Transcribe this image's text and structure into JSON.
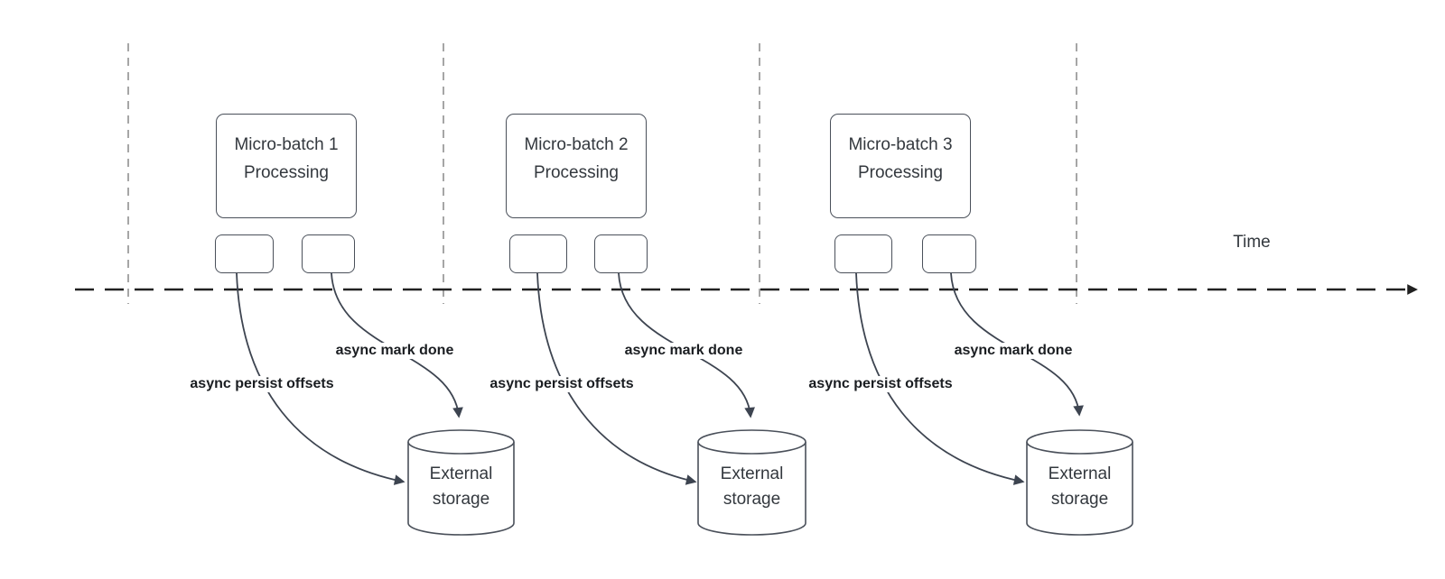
{
  "diagram": {
    "time_label": "Time",
    "groups": [
      {
        "box_label": "Micro-batch 1\nProcessing",
        "persist_label": "async persist offsets",
        "done_label": "async mark done",
        "storage_label": "External\nstorage"
      },
      {
        "box_label": "Micro-batch 2\nProcessing",
        "persist_label": "async persist offsets",
        "done_label": "async mark done",
        "storage_label": "External\nstorage"
      },
      {
        "box_label": "Micro-batch 3\nProcessing",
        "persist_label": "async persist offsets",
        "done_label": "async mark done",
        "storage_label": "External\nstorage"
      }
    ]
  },
  "colors": {
    "stroke": "#3d4450",
    "boxstroke": "#4a505a",
    "guide": "#a6a6a6",
    "timeline": "#212121",
    "text": "#33383e",
    "label": "#1a1d21"
  }
}
